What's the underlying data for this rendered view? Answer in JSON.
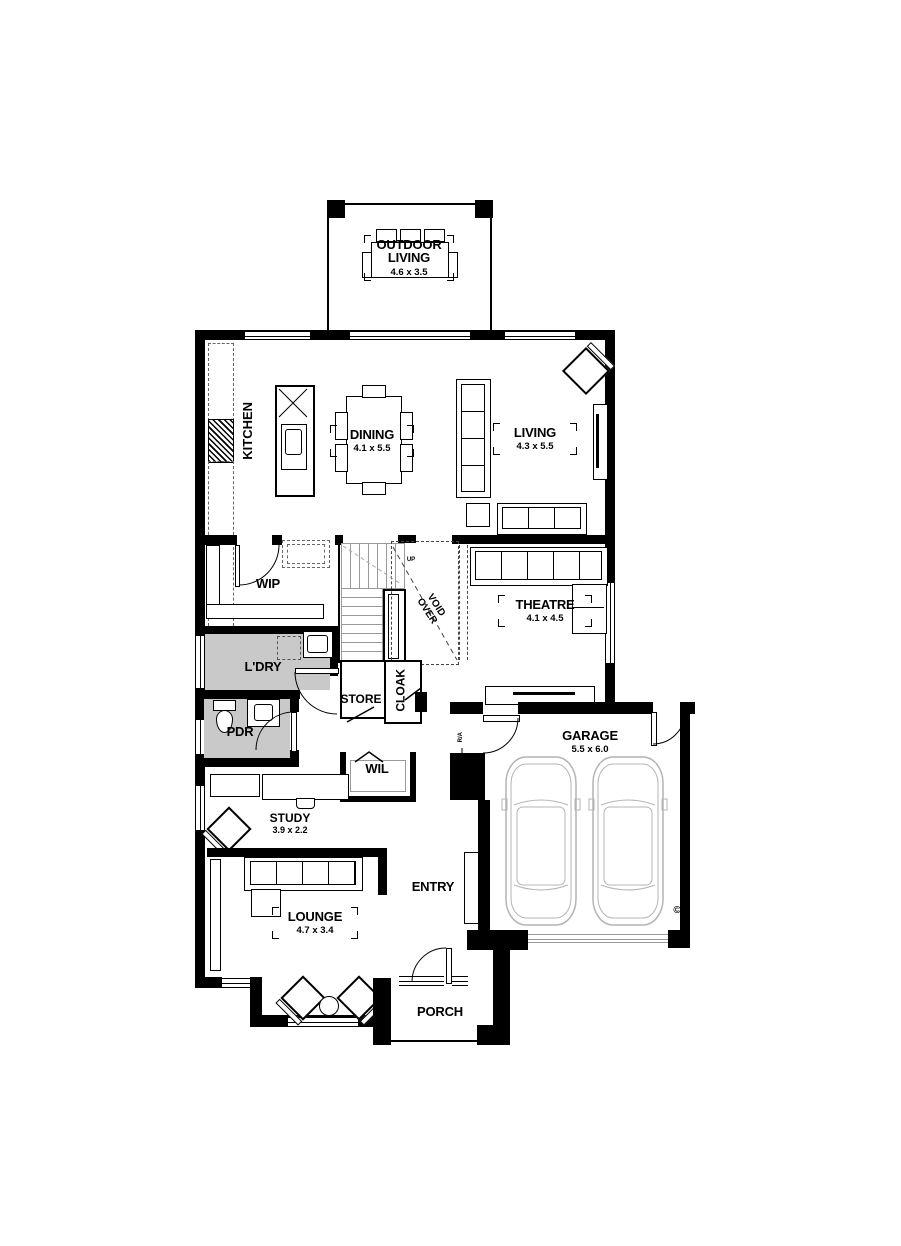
{
  "colors": {
    "wall": "#000000",
    "shaded_room": "#c9c9c9",
    "light_outline": "#b4b4b4"
  },
  "rooms": {
    "outdoor_living": {
      "name": "OUTDOOR LIVING",
      "dims": "4.6 x 3.5"
    },
    "kitchen": {
      "name": "KITCHEN"
    },
    "dining": {
      "name": "DINING",
      "dims": "4.1 x 5.5"
    },
    "living": {
      "name": "LIVING",
      "dims": "4.3 x 5.5"
    },
    "wip": {
      "name": "WIP"
    },
    "theatre": {
      "name": "THEATRE",
      "dims": "4.1 x 4.5"
    },
    "laundry": {
      "name": "L'DRY"
    },
    "store": {
      "name": "STORE"
    },
    "cloak": {
      "name": "CLOAK"
    },
    "powder": {
      "name": "PDR"
    },
    "wil": {
      "name": "WIL"
    },
    "study": {
      "name": "STUDY",
      "dims": "3.9 x 2.2"
    },
    "entry": {
      "name": "ENTRY"
    },
    "lounge": {
      "name": "LOUNGE",
      "dims": "4.7 x 3.4"
    },
    "porch": {
      "name": "PORCH"
    },
    "garage": {
      "name": "GARAGE",
      "dims": "5.5 x 6.0"
    }
  },
  "annotations": {
    "up": "UP",
    "void_over": "VOID OVER",
    "return_air": "R/A",
    "copyright": "©"
  }
}
